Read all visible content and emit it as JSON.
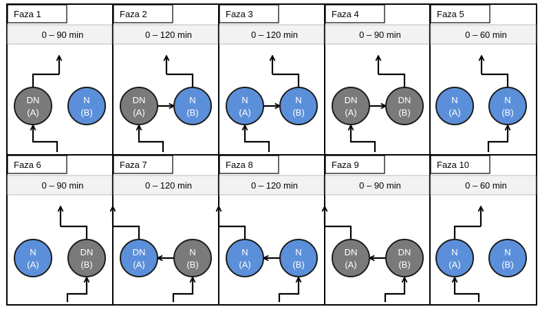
{
  "colors": {
    "n_blue": "#5b8fd9",
    "dn_gray": "#7a7a7a",
    "header_fill": "#f2f2f2",
    "line": "#000000",
    "node_text": "#ffffff"
  },
  "phases": [
    {
      "label": "Faza 1",
      "time": "0 – 90 min",
      "nodes": [
        {
          "top": "DN",
          "bottom": "(A)",
          "kind": "DN"
        },
        {
          "top": "N",
          "bottom": "(B)",
          "kind": "N"
        }
      ],
      "flow": "A",
      "link": "none"
    },
    {
      "label": "Faza 2",
      "time": "0 – 120 min",
      "nodes": [
        {
          "top": "DN",
          "bottom": "(A)",
          "kind": "DN"
        },
        {
          "top": "N",
          "bottom": "(B)",
          "kind": "N"
        }
      ],
      "flow": "A",
      "link": "A_to_B",
      "outFrom": "B"
    },
    {
      "label": "Faza 3",
      "time": "0 – 120 min",
      "nodes": [
        {
          "top": "N",
          "bottom": "(A)",
          "kind": "N"
        },
        {
          "top": "N",
          "bottom": "(B)",
          "kind": "N"
        }
      ],
      "flow": "A",
      "link": "A_to_B",
      "outFrom": "B"
    },
    {
      "label": "Faza 4",
      "time": "0 – 90 min",
      "nodes": [
        {
          "top": "DN",
          "bottom": "(A)",
          "kind": "DN"
        },
        {
          "top": "DN",
          "bottom": "(B)",
          "kind": "DN"
        }
      ],
      "flow": "A",
      "link": "A_to_B",
      "outFrom": "B"
    },
    {
      "label": "Faza 5",
      "time": "0 – 60 min",
      "nodes": [
        {
          "top": "N",
          "bottom": "(A)",
          "kind": "N"
        },
        {
          "top": "N",
          "bottom": "(B)",
          "kind": "N"
        }
      ],
      "flow": "B",
      "link": "none"
    },
    {
      "label": "Faza 6",
      "time": "0 – 90 min",
      "nodes": [
        {
          "top": "N",
          "bottom": "(A)",
          "kind": "N"
        },
        {
          "top": "DN",
          "bottom": "(B)",
          "kind": "DN"
        }
      ],
      "flow": "B",
      "link": "none"
    },
    {
      "label": "Faza 7",
      "time": "0 – 120 min",
      "nodes": [
        {
          "top": "DN",
          "bottom": "(A)",
          "kind": "N"
        },
        {
          "top": "N",
          "bottom": "(B)",
          "kind": "DN"
        }
      ],
      "flow": "B",
      "link": "B_to_A",
      "outFrom": "A"
    },
    {
      "label": "Faza 8",
      "time": "0 – 120 min",
      "nodes": [
        {
          "top": "N",
          "bottom": "(A)",
          "kind": "N"
        },
        {
          "top": "N",
          "bottom": "(B)",
          "kind": "N"
        }
      ],
      "flow": "B",
      "link": "B_to_A",
      "outFrom": "A"
    },
    {
      "label": "Faza 9",
      "time": "0 – 90 min",
      "nodes": [
        {
          "top": "DN",
          "bottom": "(A)",
          "kind": "DN"
        },
        {
          "top": "DN",
          "bottom": "(B)",
          "kind": "DN"
        }
      ],
      "flow": "B",
      "link": "B_to_A",
      "outFrom": "A"
    },
    {
      "label": "Faza 10",
      "time": "0 – 60 min",
      "nodes": [
        {
          "top": "N",
          "bottom": "(A)",
          "kind": "N"
        },
        {
          "top": "N",
          "bottom": "(B)",
          "kind": "N"
        }
      ],
      "flow": "A",
      "link": "none"
    }
  ]
}
